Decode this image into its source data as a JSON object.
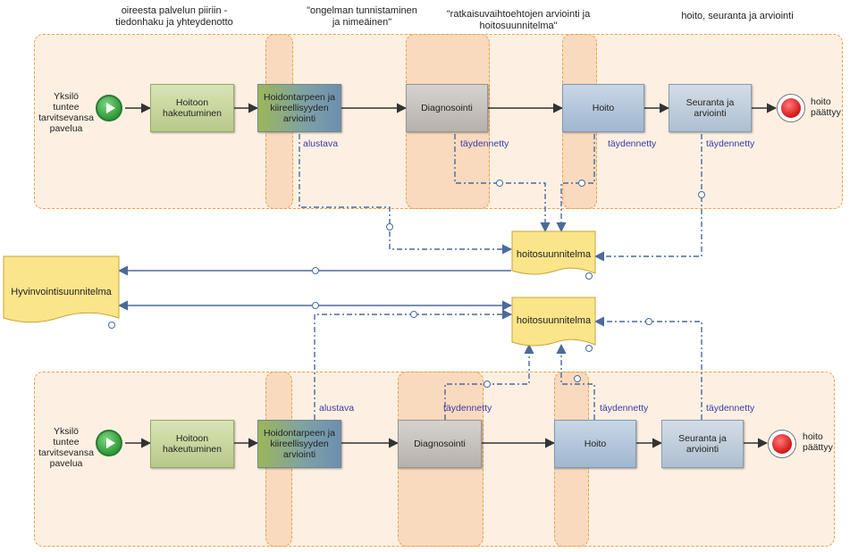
{
  "phases": [
    {
      "title": "oireesta palvelun piiriin -\ntiedonhaku ja yhteydenotto"
    },
    {
      "title": "\"ongelman tunnistaminen\nja nimeäinen\""
    },
    {
      "title": "\"ratkaisuvaihtoehtojen arviointi ja\nhoitosuunnitelma\""
    },
    {
      "title": "hoito, seuranta ja arviointi"
    }
  ],
  "top_flow": {
    "start_label": "Yksilö\ntuntee\ntarvitsevansa\npavelua",
    "tasks": [
      "Hoitoon\nhakeutuminen",
      "Hoidontarpeen ja\nkiireellisyyden\narviointi",
      "Diagnosointi",
      "Hoito",
      "Seuranta ja arviointi"
    ],
    "end_label": "hoito\npäättyy",
    "statuses": [
      "alustava",
      "täydennetty",
      "täydennetty",
      "täydennetty"
    ]
  },
  "bottom_flow": {
    "start_label": "Yksilö\ntuntee\ntarvitsevansa\npavelua",
    "tasks": [
      "Hoitoon\nhakeutuminen",
      "Hoidontarpeen ja\nkiireellisyyden\narviointi",
      "Diagnosointi",
      "Hoito",
      "Seuranta ja arviointi"
    ],
    "end_label": "hoito\npäättyy",
    "statuses": [
      "alustava",
      "täydennetty",
      "täydennetty",
      "täydennetty"
    ]
  },
  "documents": {
    "care_plan_top": "hoitosuunnitelma",
    "care_plan_bottom": "hoitosuunnitelma",
    "wellbeing_plan": "Hyvinvointisuunnitelma"
  },
  "colors": {
    "lane_border": "#e9a24a",
    "lane_fill": "#fdf0e3",
    "connector": "#4a6a9a",
    "flow_line": "#333333",
    "status_text": "#3a3aa8",
    "document_fill": "#fbe58a"
  }
}
